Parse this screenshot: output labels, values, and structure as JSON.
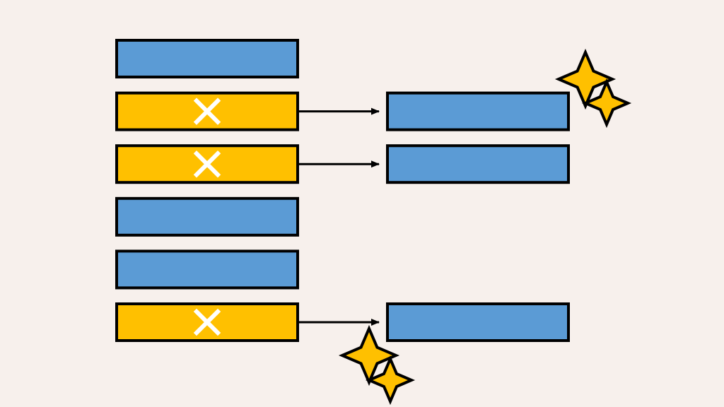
{
  "colors": {
    "background": "#f7f0ec",
    "ok": "#5b9bd5",
    "bad": "#ffc000",
    "outline": "#000000",
    "cross": "#ffffff",
    "sparkle": "#ffc000"
  },
  "diagram": {
    "left_column": [
      {
        "state": "ok"
      },
      {
        "state": "bad",
        "icon": "cross-icon"
      },
      {
        "state": "bad",
        "icon": "cross-icon"
      },
      {
        "state": "ok"
      },
      {
        "state": "ok"
      },
      {
        "state": "bad",
        "icon": "cross-icon"
      }
    ],
    "right_column": [
      {
        "source_row": 2,
        "state": "ok",
        "decoration": "sparkle-icon"
      },
      {
        "source_row": 3,
        "state": "ok"
      },
      {
        "source_row": 6,
        "state": "ok"
      }
    ],
    "arrows": [
      {
        "from_row": 2,
        "to_row": 2
      },
      {
        "from_row": 3,
        "to_row": 3
      },
      {
        "from_row": 6,
        "to_row": 6
      }
    ],
    "sparkles": [
      {
        "near": "right-block-row-2",
        "icon": "sparkle-icon"
      },
      {
        "near": "arrow-row-6",
        "icon": "sparkle-icon"
      }
    ]
  }
}
